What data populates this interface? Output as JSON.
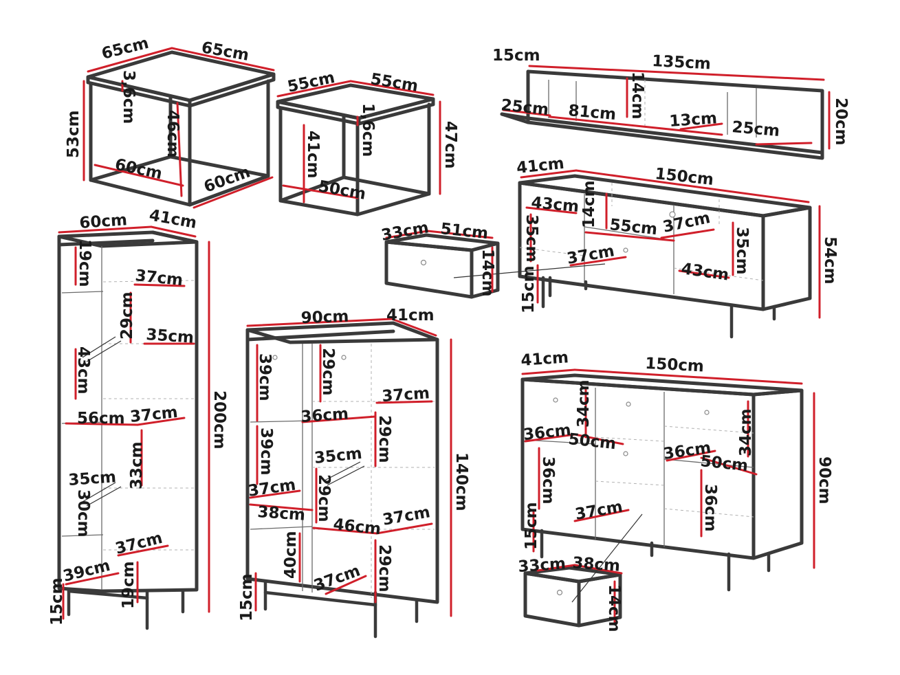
{
  "colors": {
    "dimension_line": "#d01f2a",
    "frame": "#3a3a3a",
    "text": "#1a1a1a",
    "background": "#ffffff"
  },
  "coffee_table_large": {
    "depth": "65cm",
    "width": "65cm",
    "top_thickness": "3,6cm",
    "height": "53cm",
    "inner_height": "46cm",
    "inner_depth": "60cm",
    "inner_width": "60cm"
  },
  "coffee_table_small": {
    "depth": "55cm",
    "width": "55cm",
    "top_thickness": "1,6cm",
    "height": "47cm",
    "inner_height": "41cm",
    "inner_width": "50cm"
  },
  "wall_shelf": {
    "depth": "15cm",
    "width": "135cm",
    "divider_height": "14cm",
    "height": "20cm",
    "left_depth": "25cm",
    "middle_width": "81cm",
    "shelf_gap": "13cm",
    "right_depth": "25cm"
  },
  "tv_stand": {
    "depth": "41cm",
    "width": "150cm",
    "drawer_depth": "43cm",
    "drawer_height": "14cm",
    "drawer_width": "55cm",
    "drawer_inner_depth": "37cm",
    "left_compartment": "35cm",
    "right_compartment": "35cm",
    "height": "54cm",
    "shelf_depth": "37cm",
    "right_shelf_depth": "43cm",
    "leg_height": "15cm"
  },
  "tv_drawer": {
    "depth": "33cm",
    "width": "51cm",
    "height": "14cm"
  },
  "tall_cabinet": {
    "width": "60cm",
    "depth": "41cm",
    "top_space": "19cm",
    "shelf1_depth": "37cm",
    "glass_height": "29cm",
    "glass_depth": "35cm",
    "door_height": "43cm",
    "shelf_width": "56cm",
    "shelf2_depth": "37cm",
    "height": "200cm",
    "compartment_height": "33cm",
    "lower_glass_depth": "35cm",
    "lower_glass_height": "30cm",
    "shelf3_depth": "37cm",
    "bottom_depth": "39cm",
    "bottom_height": "19cm",
    "leg_height": "15cm"
  },
  "highboard": {
    "width": "90cm",
    "depth": "41cm",
    "left_top_height": "39cm",
    "right_top_height": "29cm",
    "shelf_depth": "37cm",
    "inner_depth": "36cm",
    "mid_height": "29cm",
    "left_mid_height": "39cm",
    "glass_depth": "35cm",
    "left_shelf_depth": "37cm",
    "glass_height": "29cm",
    "height": "140cm",
    "left_shelf_width": "38cm",
    "center_width": "46cm",
    "right_shelf_depth": "37cm",
    "bottom_height": "40cm",
    "bottom_depth": "37cm",
    "bottom_right_height": "29cm",
    "leg_height": "15cm"
  },
  "sideboard": {
    "depth": "41cm",
    "width": "150cm",
    "top_height": "34cm",
    "left_depth": "36cm",
    "middle_width": "50cm",
    "right_top_height": "34cm",
    "right_depth": "36cm",
    "right_width": "50cm",
    "height": "90cm",
    "left_height": "36cm",
    "right_lower_height": "36cm",
    "shelf_depth": "37cm",
    "leg_height": "15cm"
  },
  "sideboard_drawer": {
    "depth": "33cm",
    "width": "38cm",
    "height": "14cm"
  }
}
